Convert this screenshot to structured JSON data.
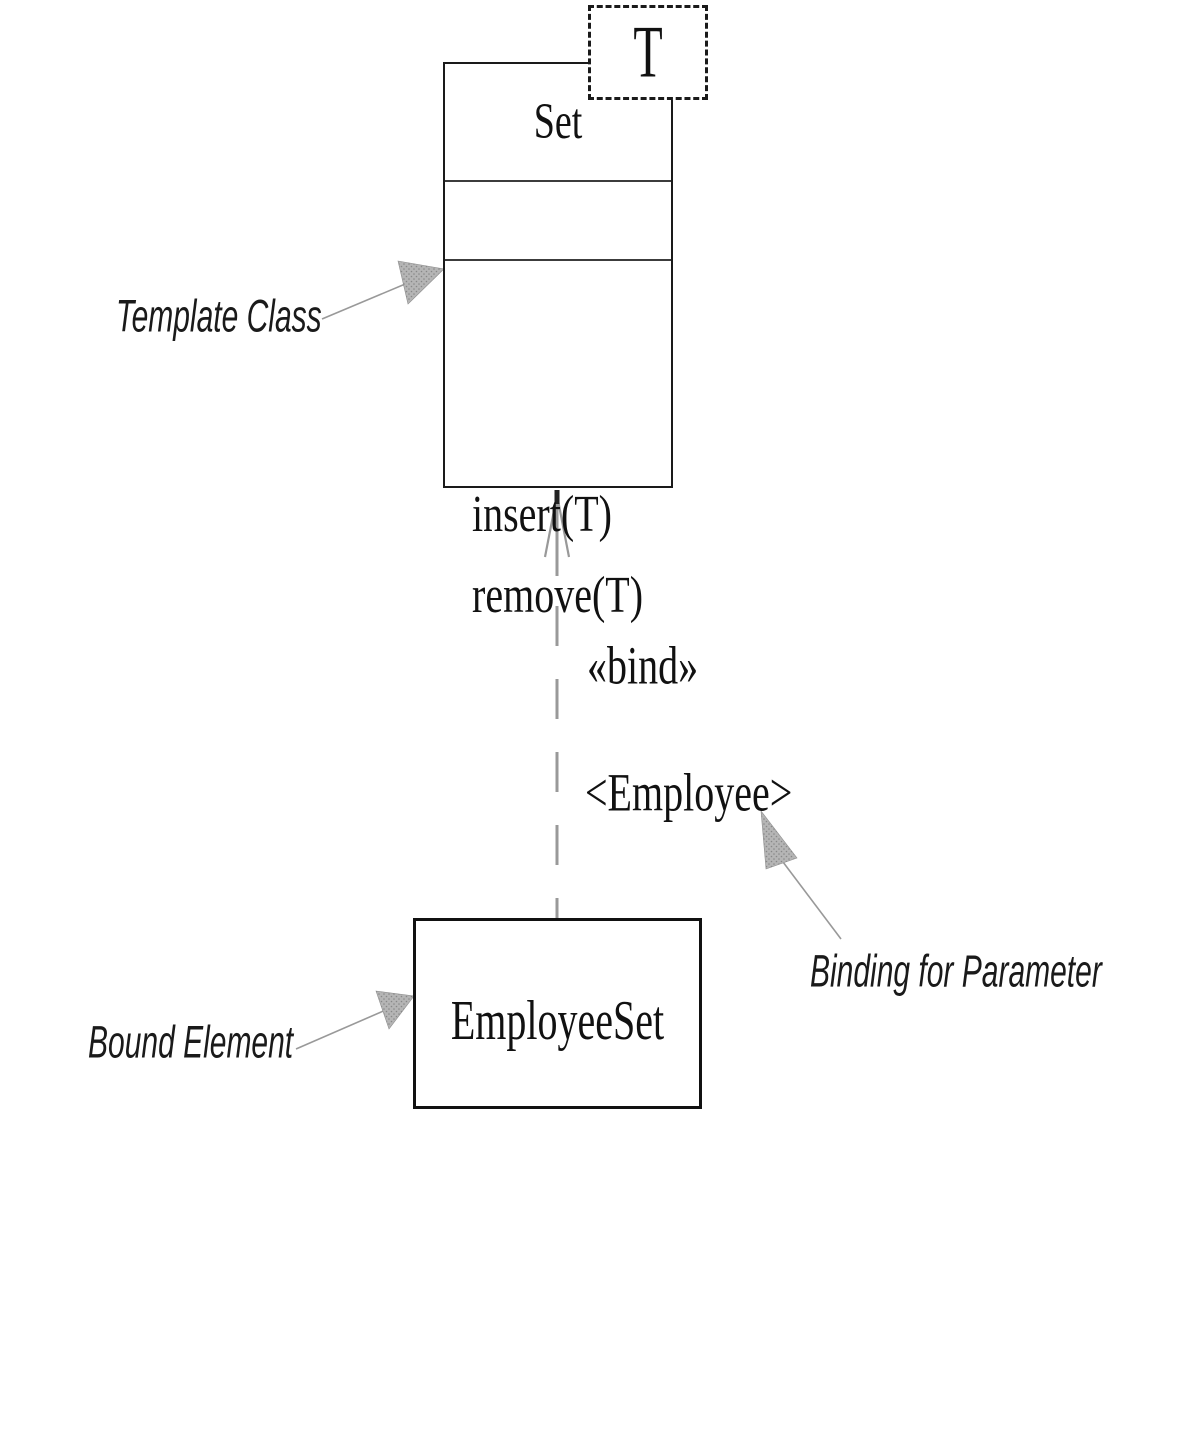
{
  "diagram": {
    "template_class": {
      "parameter": "T",
      "name": "Set",
      "attributes": [],
      "operations": [
        "insert(T)",
        "remove(T)"
      ]
    },
    "dependency": {
      "stereotype": "«bind»",
      "binding": "<Employee>"
    },
    "bound_class": {
      "name": "EmployeeSet"
    },
    "annotations": {
      "template_class": "Template Class",
      "bound_element": "Bound Element",
      "binding_for_parameter": "Binding for Parameter"
    },
    "colors": {
      "background": "#ffffff",
      "box_border": "#1a1a1a",
      "text": "#111111",
      "leader_line": "#999999",
      "dashed_arrow": "#999999",
      "arrowhead_fill": "#b5b5b5"
    }
  }
}
